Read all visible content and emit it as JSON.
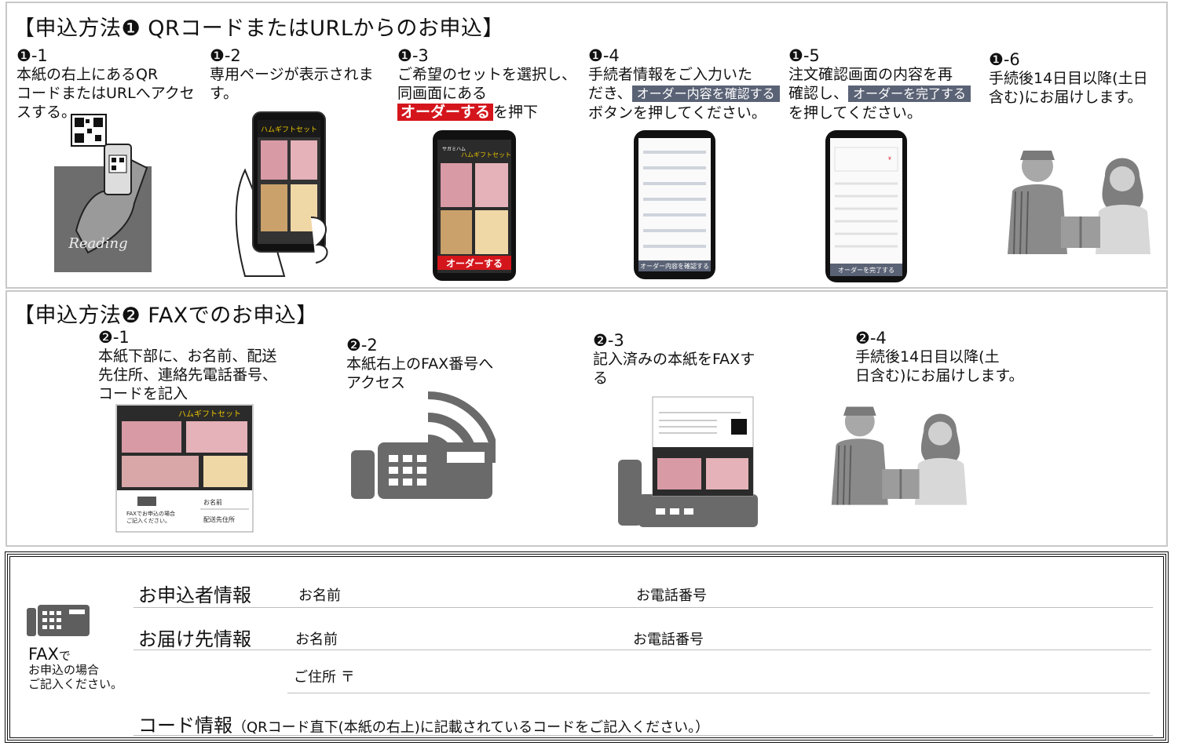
{
  "method1": {
    "title": "【申込方法❶  QRコードまたはURLからのお申込】",
    "steps": [
      {
        "num": "❶-1",
        "lines": [
          "  本紙の右上にあるQR",
          "コードまたはURLへアクセ",
          "スする。"
        ]
      },
      {
        "num": "❶-2",
        "lines": [
          "専用ページが表示されま",
          "す。"
        ]
      },
      {
        "num": "❶-3",
        "lines": [
          "ご希望のセットを選択し、",
          "同画面にある"
        ],
        "btn": "オーダーする",
        "after": "を押下"
      },
      {
        "num": "❶-4",
        "line1": "手続者情報をご入力いた",
        "pre": "だき、",
        "btn": "オーダー内容を確認する",
        "line3": "ボタンを押してください。"
      },
      {
        "num": "❶-5",
        "line1": "注文確認画面の内容を再",
        "pre": "確認し、",
        "btn": "オーダーを完了する",
        "line3": "を押してください。"
      },
      {
        "num": "❶-6",
        "lines": [
          "手続後14日目以降(土日",
          "含む)にお届けします。"
        ]
      }
    ],
    "art": {
      "reading_text": "Reading",
      "package_title": "ハムギフトセット",
      "package_brand": "サガミハム",
      "order_button": "オーダーする",
      "confirm_button": "オーダー内容を確認する",
      "complete_button": "オーダーを完了する"
    }
  },
  "method2": {
    "title": "【申込方法❷  FAXでのお申込】",
    "steps": [
      {
        "num": "❷-1",
        "lines": [
          "本紙下部に、お名前、配送",
          "先住所、連絡先電話番号、",
          "コードを記入"
        ]
      },
      {
        "num": "❷-2",
        "lines": [
          "本紙右上のFAX番号へ",
          "アクセス"
        ]
      },
      {
        "num": "❷-3",
        "lines": [
          "記入済みの本紙をFAXす",
          "る"
        ]
      },
      {
        "num": "❷-4",
        "lines": [
          "手続後14日目以降(土",
          "日含む)にお届けします。"
        ]
      }
    ],
    "art": {
      "fax_note_1": "FAXでお申込の場合",
      "fax_note_2": "ご記入ください。",
      "field_name": "お名前",
      "field_address": "配送先住所"
    }
  },
  "form": {
    "fax_caption": {
      "big": "FAX",
      "small": "で",
      "line2": "お申込の場合",
      "line3": "ご記入ください。"
    },
    "applicant": {
      "label": "お申込者情報",
      "name": "お名前",
      "phone": "お電話番号"
    },
    "delivery": {
      "label": "お届け先情報",
      "name": "お名前",
      "phone": "お電話番号",
      "address": "ご住所  〒"
    },
    "code": {
      "label": "コード情報",
      "note": "（QRコード直下(本紙の右上)に記載されているコードをご記入ください。）"
    }
  },
  "colors": {
    "red": "#d4161c",
    "slate": "#5a6275",
    "gray": "#7a7a7a",
    "border": "#c8c8c8"
  }
}
